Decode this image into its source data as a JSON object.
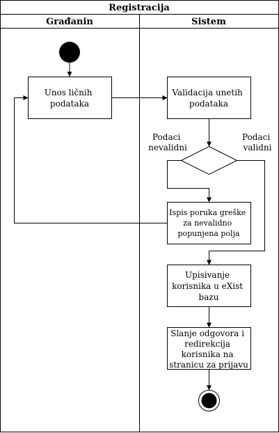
{
  "diagram": {
    "title": "Registracija",
    "lanes": [
      {
        "label": "Građanin"
      },
      {
        "label": "Sistem"
      }
    ],
    "nodes": {
      "unos": [
        "Unos ličnih",
        "podataka"
      ],
      "validacija": [
        "Validacija unetih",
        "podataka"
      ],
      "ispis": [
        "Ispis poruka greške",
        "za nevalidno",
        "popunjena polja"
      ],
      "upisivanje": [
        "Upisivanje",
        "korisnika u eXist",
        "bazu"
      ],
      "slanje": [
        "Slanje odgovora i",
        "redirekcija",
        "korisnika na",
        "stranicu za prijavu"
      ]
    },
    "guards": {
      "invalid": [
        "Podaci",
        "nevalidni"
      ],
      "valid": [
        "Podaci",
        "validni"
      ]
    }
  }
}
